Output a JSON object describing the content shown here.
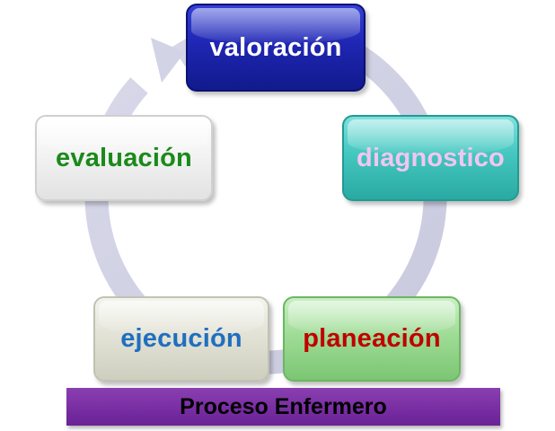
{
  "steps": {
    "valoracion": "valoración",
    "diagnostico": "diagnostico",
    "planeacion": "planeación",
    "ejecucion": "ejecución",
    "evaluacion": "evaluación"
  },
  "banner": {
    "label": "Proceso Enfermero"
  },
  "colors": {
    "ring": "#d3d3e6",
    "banner": "#7a2fa4"
  }
}
